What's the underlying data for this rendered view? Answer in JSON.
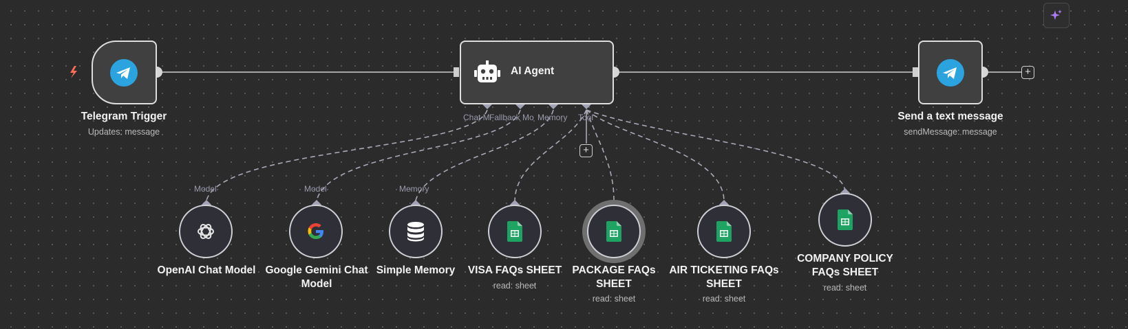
{
  "colors": {
    "canvas": "#2b2b2b",
    "node_fill": "#404040",
    "node_border": "#dedede",
    "telegram_blue": "#2aa3df",
    "sheets_green": "#1ea362",
    "trigger_bolt": "#ff6d5a",
    "ai_sparkle": "#b07cf7"
  },
  "nodes": {
    "telegram_trigger": {
      "title": "Telegram Trigger",
      "subtitle": "Updates: message",
      "icon": "telegram-icon"
    },
    "ai_agent": {
      "title": "AI Agent",
      "icon": "robot-icon",
      "ports": {
        "chat_model": "Chat M",
        "fallback_model": "Fallback Mo",
        "memory": "Memory",
        "tool": "Tool"
      }
    },
    "send_message": {
      "title": "Send a text message",
      "subtitle": "sendMessage: message",
      "icon": "telegram-icon"
    },
    "openai_chat_model": {
      "title": "OpenAI Chat Model",
      "port_label": "Model",
      "icon": "openai-icon"
    },
    "google_gemini": {
      "title": "Google Gemini Chat Model",
      "port_label": "Model",
      "icon": "google-icon"
    },
    "simple_memory": {
      "title": "Simple Memory",
      "port_label": "Memory",
      "icon": "database-icon"
    },
    "visa_faqs": {
      "title": "VISA FAQs SHEET",
      "subtitle": "read: sheet",
      "icon": "google-sheets-icon"
    },
    "package_faqs": {
      "title": "PACKAGE FAQs SHEET",
      "subtitle": "read: sheet",
      "icon": "google-sheets-icon",
      "selected": true
    },
    "air_ticketing_faqs": {
      "title": "AIR TICKETING FAQs SHEET",
      "subtitle": "read: sheet",
      "icon": "google-sheets-icon"
    },
    "company_policy_faqs": {
      "title": "COMPANY POLICY FAQs SHEET",
      "subtitle": "read: sheet",
      "icon": "google-sheets-icon"
    }
  },
  "toolbar": {
    "plus_symbol": "+",
    "ai_assistant_icon": "sparkle-icon"
  }
}
